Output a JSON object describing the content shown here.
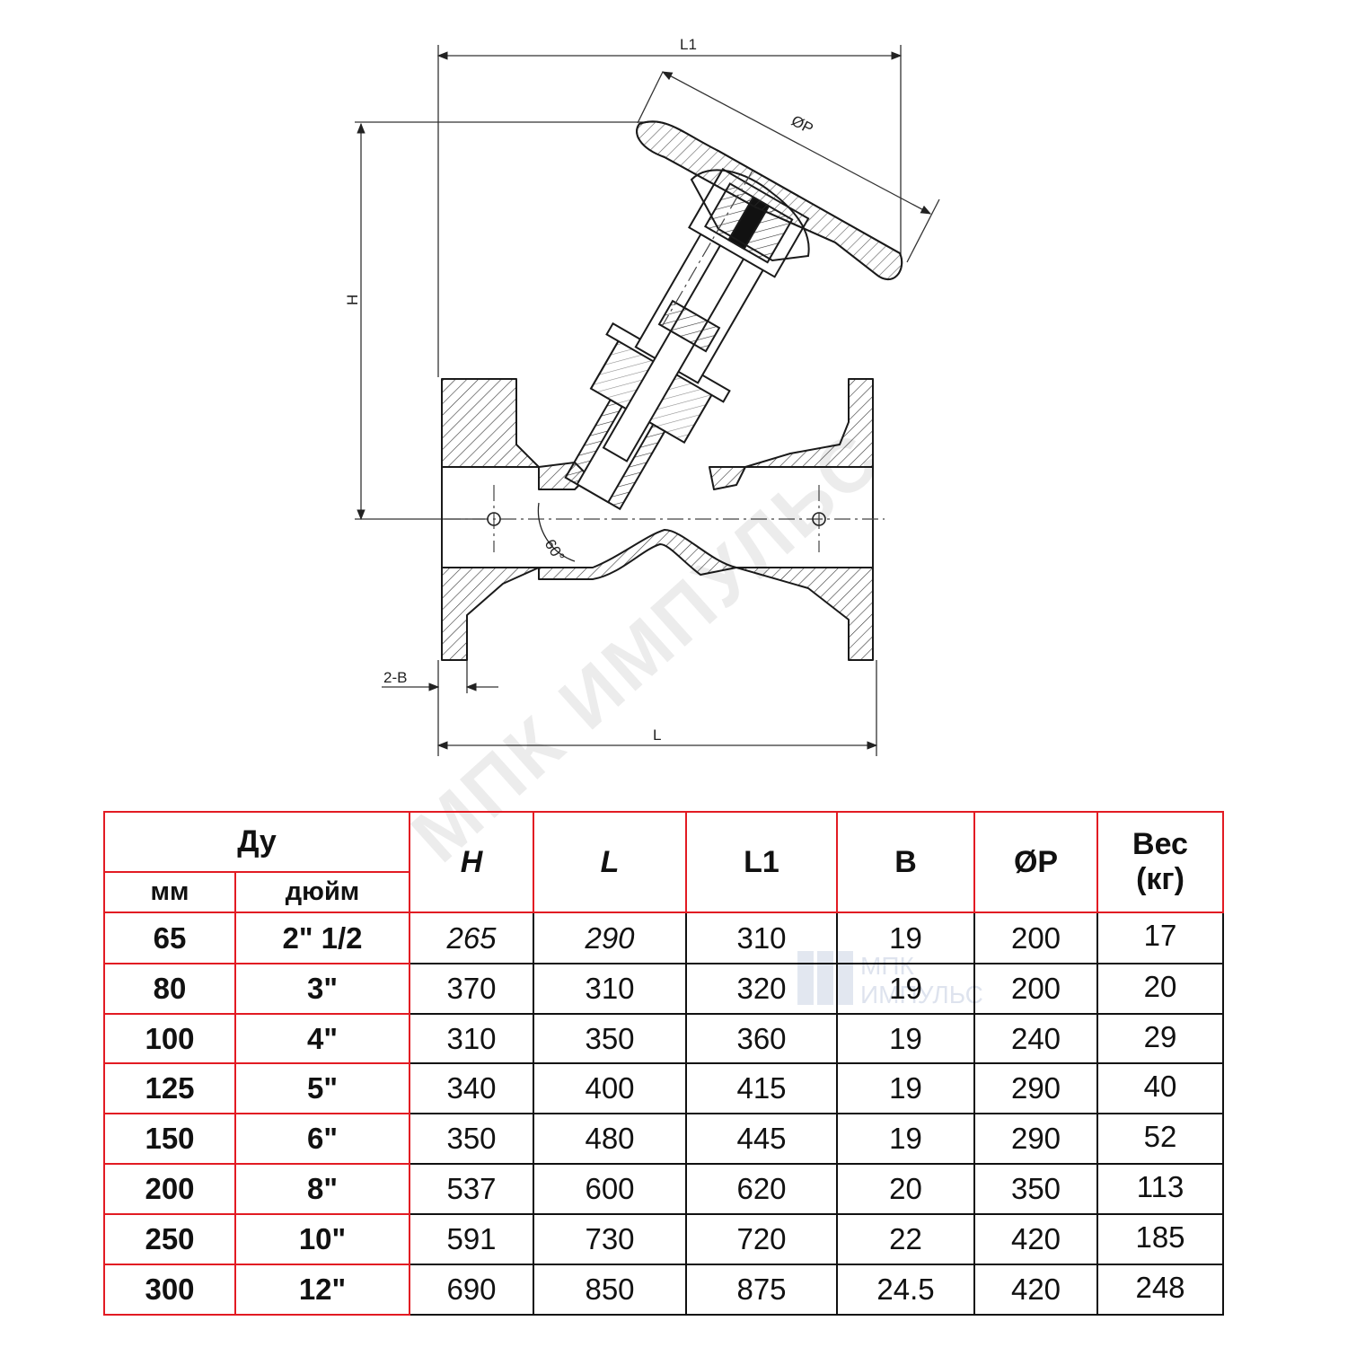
{
  "drawing": {
    "labels": {
      "l1": "L1",
      "h": "H",
      "l": "L",
      "p": "ØP",
      "b": "2-B",
      "angle": "60°"
    }
  },
  "watermark": "МПК ИМПУЛЬС",
  "logo": {
    "line1": "МПК",
    "line2": "ИМПУЛЬС"
  },
  "table": {
    "du_header": "Ду",
    "sub_headers": [
      "мм",
      "дюйм"
    ],
    "columns": [
      "H",
      "L",
      "L1",
      "B",
      "ØP",
      "Вес (кг)"
    ],
    "weight_header_line1": "Вес",
    "weight_header_line2": "(кг)",
    "rows": [
      [
        "65",
        "2\" 1/2",
        "265",
        "290",
        "310",
        "19",
        "200",
        "17"
      ],
      [
        "80",
        "3\"",
        "370",
        "310",
        "320",
        "19",
        "200",
        "20"
      ],
      [
        "100",
        "4\"",
        "310",
        "350",
        "360",
        "19",
        "240",
        "29"
      ],
      [
        "125",
        "5\"",
        "340",
        "400",
        "415",
        "19",
        "290",
        "40"
      ],
      [
        "150",
        "6\"",
        "350",
        "480",
        "445",
        "19",
        "290",
        "52"
      ],
      [
        "200",
        "8\"",
        "537",
        "600",
        "620",
        "20",
        "350",
        "113"
      ],
      [
        "250",
        "10\"",
        "591",
        "730",
        "720",
        "22",
        "420",
        "185"
      ],
      [
        "300",
        "12\"",
        "690",
        "850",
        "875",
        "24.5",
        "420",
        "248"
      ]
    ]
  },
  "colors": {
    "accent_border": "#e21b23",
    "grid": "#111111"
  }
}
